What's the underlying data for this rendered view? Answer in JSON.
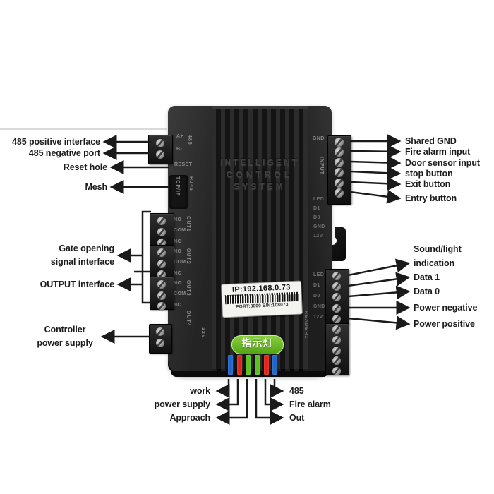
{
  "device": {
    "emboss": [
      "INTELLIGENT",
      "CONTROL",
      "SYSTEM"
    ],
    "sticker": {
      "ip": "IP:192.168.0.73",
      "port_sn": "PORT:8000 S/N:108073"
    },
    "indicator_label": "指示灯",
    "led_colors": [
      "#1e63c8",
      "#e32117",
      "#5abf1c",
      "#5abf1c",
      "#e32117",
      "#1e63c8"
    ],
    "ports": {
      "a_plus": "A+",
      "b_minus": "B-",
      "bus_485": "485",
      "reset": "RESET",
      "tcpip": "TCP/IP",
      "rj45": "RJ45",
      "gnd": "GND",
      "input": "INPUT",
      "no_com_nc": [
        "NO",
        "COM",
        "NC"
      ],
      "out_groups": [
        "OUT1",
        "OUT2",
        "OUT3",
        "OUT4"
      ],
      "v12": "12V",
      "reader_pins": [
        "LED",
        "D1",
        "D0",
        "GND",
        "12V"
      ],
      "reader1": "READER1"
    }
  },
  "callouts": {
    "left_top": [
      "485 positive interface",
      "485 negative port",
      "Reset hole",
      "Mesh"
    ],
    "gate_label": [
      "Gate opening",
      "signal interface"
    ],
    "output_label": "OUTPUT interface",
    "power_label": [
      "Controller",
      "power supply"
    ],
    "right_top": [
      "Shared GND",
      "Fire alarm input",
      "Door sensor input",
      "stop button",
      "Exit button",
      "Entry button"
    ],
    "right_mid": [
      "Sound/light",
      "indication",
      "Data 1",
      "Data 0",
      "Power negative",
      "Power positive"
    ],
    "bottom_left": [
      "work",
      "power supply",
      "Approach"
    ],
    "bottom_right": [
      "485",
      "Fire alarm",
      "Out"
    ]
  },
  "colors": {
    "arrow": "#1a1a1a",
    "label_text": "#1b1b1b",
    "indicator_green": "#6cc32d"
  }
}
